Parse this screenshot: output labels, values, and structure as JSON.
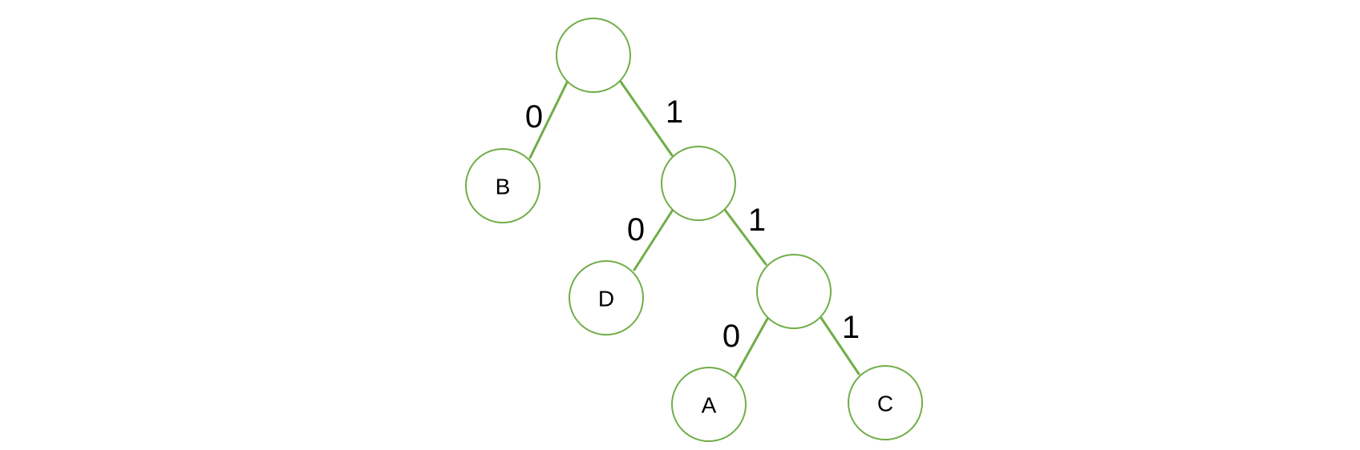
{
  "tree": {
    "nodes": [
      {
        "id": "root",
        "label": ""
      },
      {
        "id": "B",
        "label": "B"
      },
      {
        "id": "n1",
        "label": ""
      },
      {
        "id": "D",
        "label": "D"
      },
      {
        "id": "n11",
        "label": ""
      },
      {
        "id": "A",
        "label": "A"
      },
      {
        "id": "C",
        "label": "C"
      }
    ],
    "edges": [
      {
        "id": "e-root-B",
        "from": "root",
        "to": "B",
        "label": "0"
      },
      {
        "id": "e-root-n1",
        "from": "root",
        "to": "n1",
        "label": "1"
      },
      {
        "id": "e-n1-D",
        "from": "n1",
        "to": "D",
        "label": "0"
      },
      {
        "id": "e-n1-n11",
        "from": "n1",
        "to": "n11",
        "label": "1"
      },
      {
        "id": "e-n11-A",
        "from": "n11",
        "to": "A",
        "label": "0"
      },
      {
        "id": "e-n11-C",
        "from": "n11",
        "to": "C",
        "label": "1"
      }
    ],
    "colors": {
      "stroke": "#70ad47",
      "text": "#000000"
    }
  }
}
